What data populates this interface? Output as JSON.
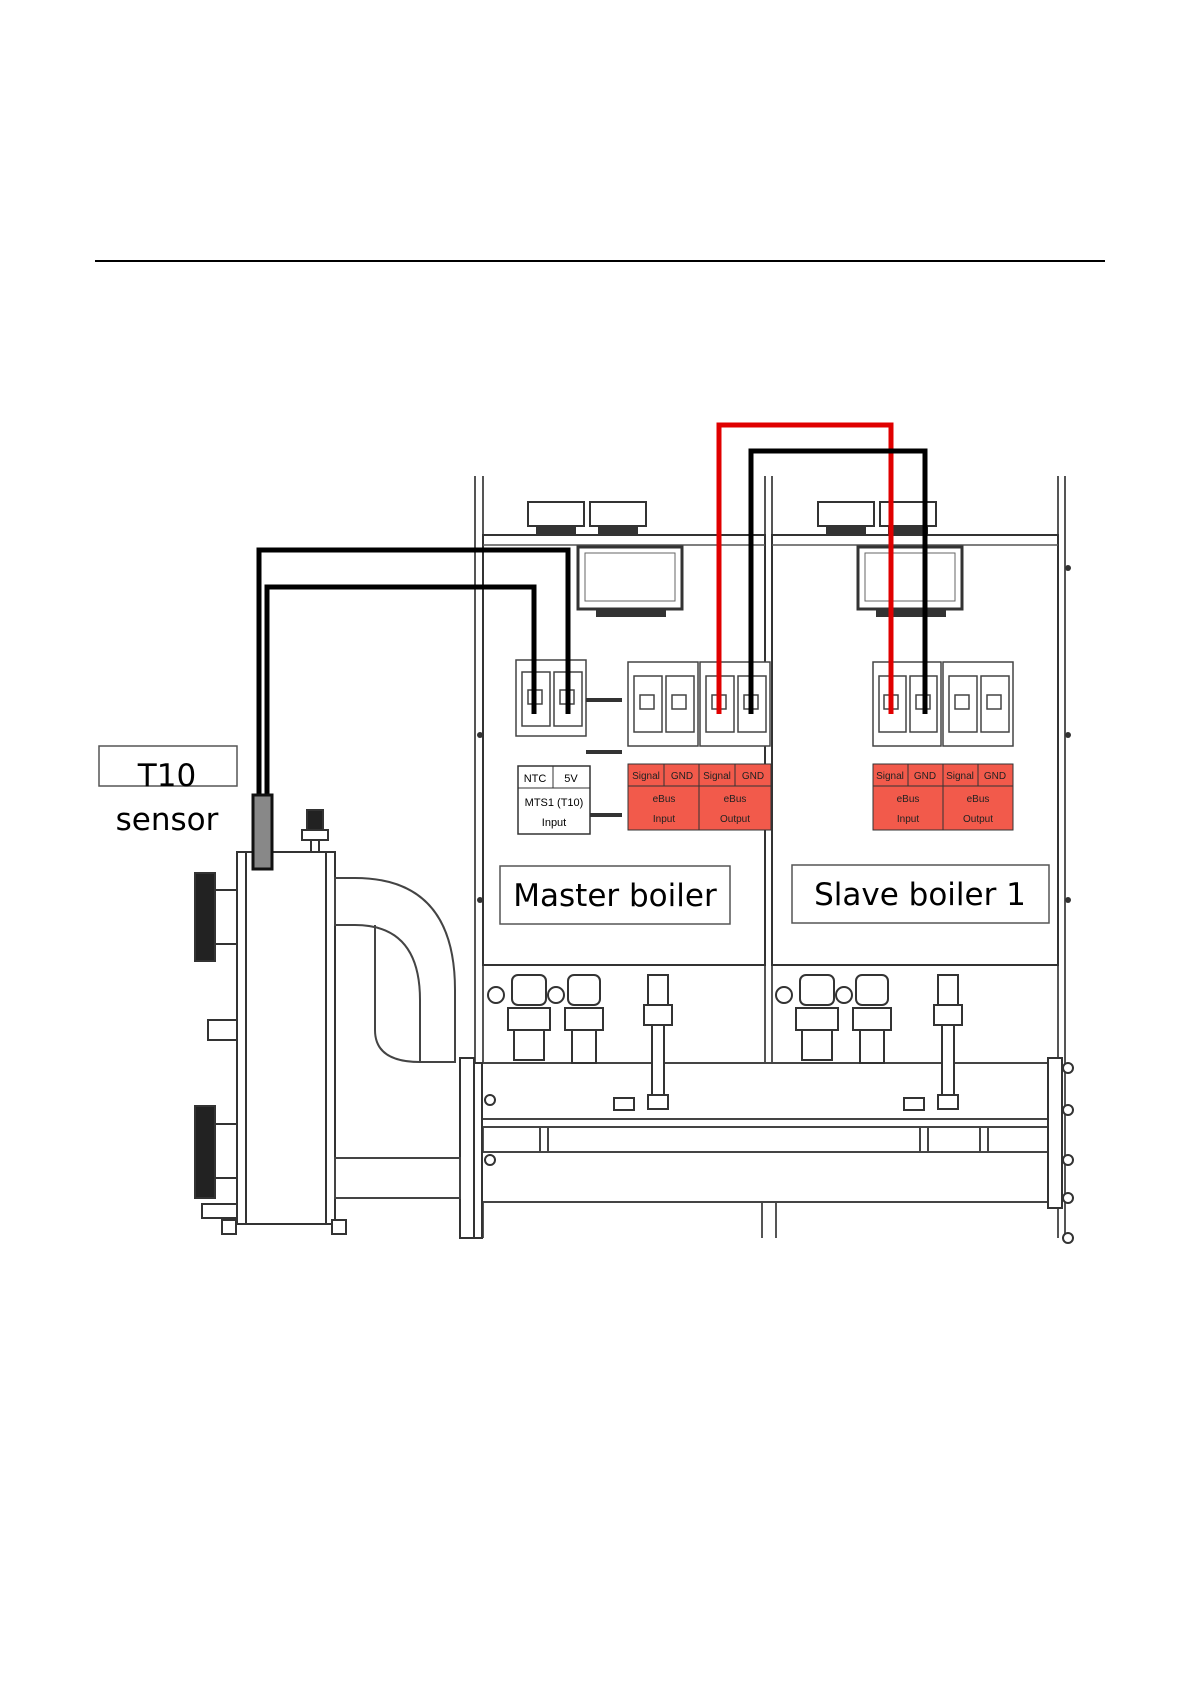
{
  "labels": {
    "sensor_line1": "T10",
    "sensor_line2": "sensor",
    "master": "Master boiler",
    "slave": "Slave boiler 1"
  },
  "mts_block": {
    "ntc": "NTC",
    "v5": "5V",
    "name": "MTS1 (T10)",
    "input": "Input"
  },
  "ebus_block": {
    "signal": "Signal",
    "gnd": "GND",
    "ebus": "eBus",
    "input": "Input",
    "output": "Output"
  },
  "colors": {
    "ebus_fill": "#f25a4b",
    "signal_wire": "#e00000",
    "gnd_wire": "#000000",
    "sensor_wire": "#000000",
    "outline": "#333333"
  }
}
